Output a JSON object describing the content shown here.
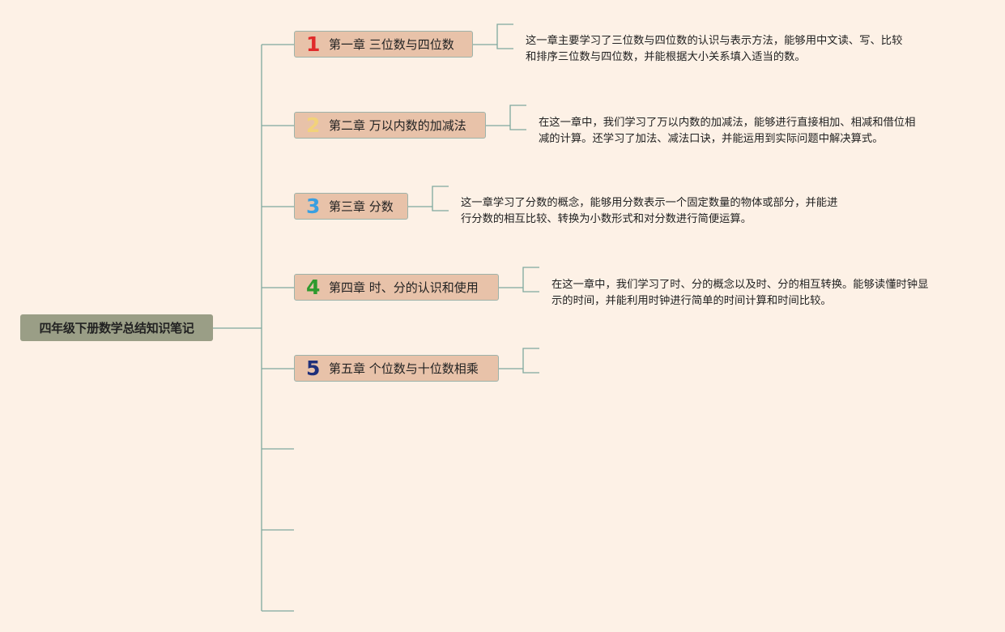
{
  "root": {
    "title": "四年级下册数学总结知识笔记"
  },
  "chapters": [
    {
      "number": "1",
      "number_color": "#e02a2a",
      "title": "第一章 三位数与四位数",
      "desc_line1": "这一章主要学习了三位数与四位数的认识与表示方法，能够用中文读、写、比较",
      "desc_line2": "和排序三位数与四位数，并能根据大小关系填入适当的数。"
    },
    {
      "number": "2",
      "number_color": "#f2d27a",
      "title": "第二章 万以内数的加减法",
      "desc_line1": "在这一章中，我们学习了万以内数的加减法，能够进行直接相加、相减和借位相",
      "desc_line2": "减的计算。还学习了加法、减法口诀，并能运用到实际问题中解决算式。"
    },
    {
      "number": "3",
      "number_color": "#3a9fe0",
      "title": "第三章 分数",
      "desc_line1": "这一章学习了分数的概念，能够用分数表示一个固定数量的物体或部分，并能进",
      "desc_line2": "行分数的相互比较、转换为小数形式和对分数进行简便运算。"
    },
    {
      "number": "4",
      "number_color": "#2e9a2e",
      "title": "第四章 时、分的认识和使用",
      "desc_line1": "在这一章中，我们学习了时、分的概念以及时、分的相互转换。能够读懂时钟显",
      "desc_line2": "示的时间，并能利用时钟进行简单的时间计算和时间比较。"
    },
    {
      "number": "5",
      "number_color": "#1f2f7a",
      "title": "第五章 个位数与十位数相乘",
      "desc_line1": "",
      "desc_line2": ""
    }
  ]
}
